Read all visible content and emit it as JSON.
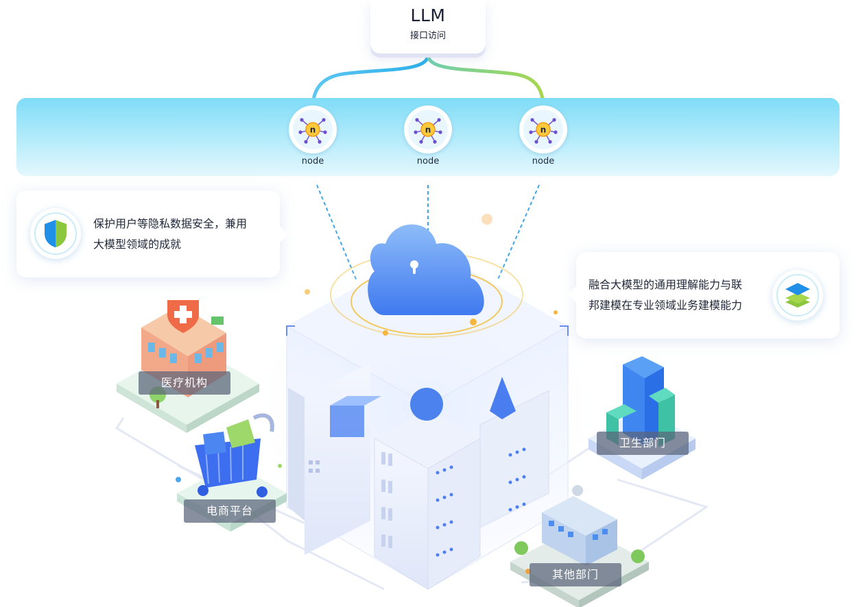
{
  "llm": {
    "title": "LLM",
    "subtitle": "接口访问"
  },
  "nodes": [
    {
      "label": "node",
      "glyph": "n",
      "icon": "node-network-icon"
    },
    {
      "label": "node",
      "glyph": "n",
      "icon": "node-network-icon"
    },
    {
      "label": "node",
      "glyph": "n",
      "icon": "node-network-icon"
    }
  ],
  "cards": {
    "privacy": {
      "line1": "保护用户等隐私数据安全，兼用",
      "line2": "大模型领域的成就",
      "icon": "shield-icon"
    },
    "fusion": {
      "line1": "融合大模型的通用理解能力与联",
      "line2": "邦建模在专业领域业务建模能力",
      "icon": "layers-icon"
    }
  },
  "buildings": {
    "medical": "医疗机构",
    "ecommerce": "电商平台",
    "health": "卫生部门",
    "other": "其他部门"
  },
  "colors": {
    "band_top": "#7fdcf7",
    "accent_blue": "#2f7bf0",
    "accent_green": "#8cc63f",
    "label_bg": "#5a6478"
  }
}
